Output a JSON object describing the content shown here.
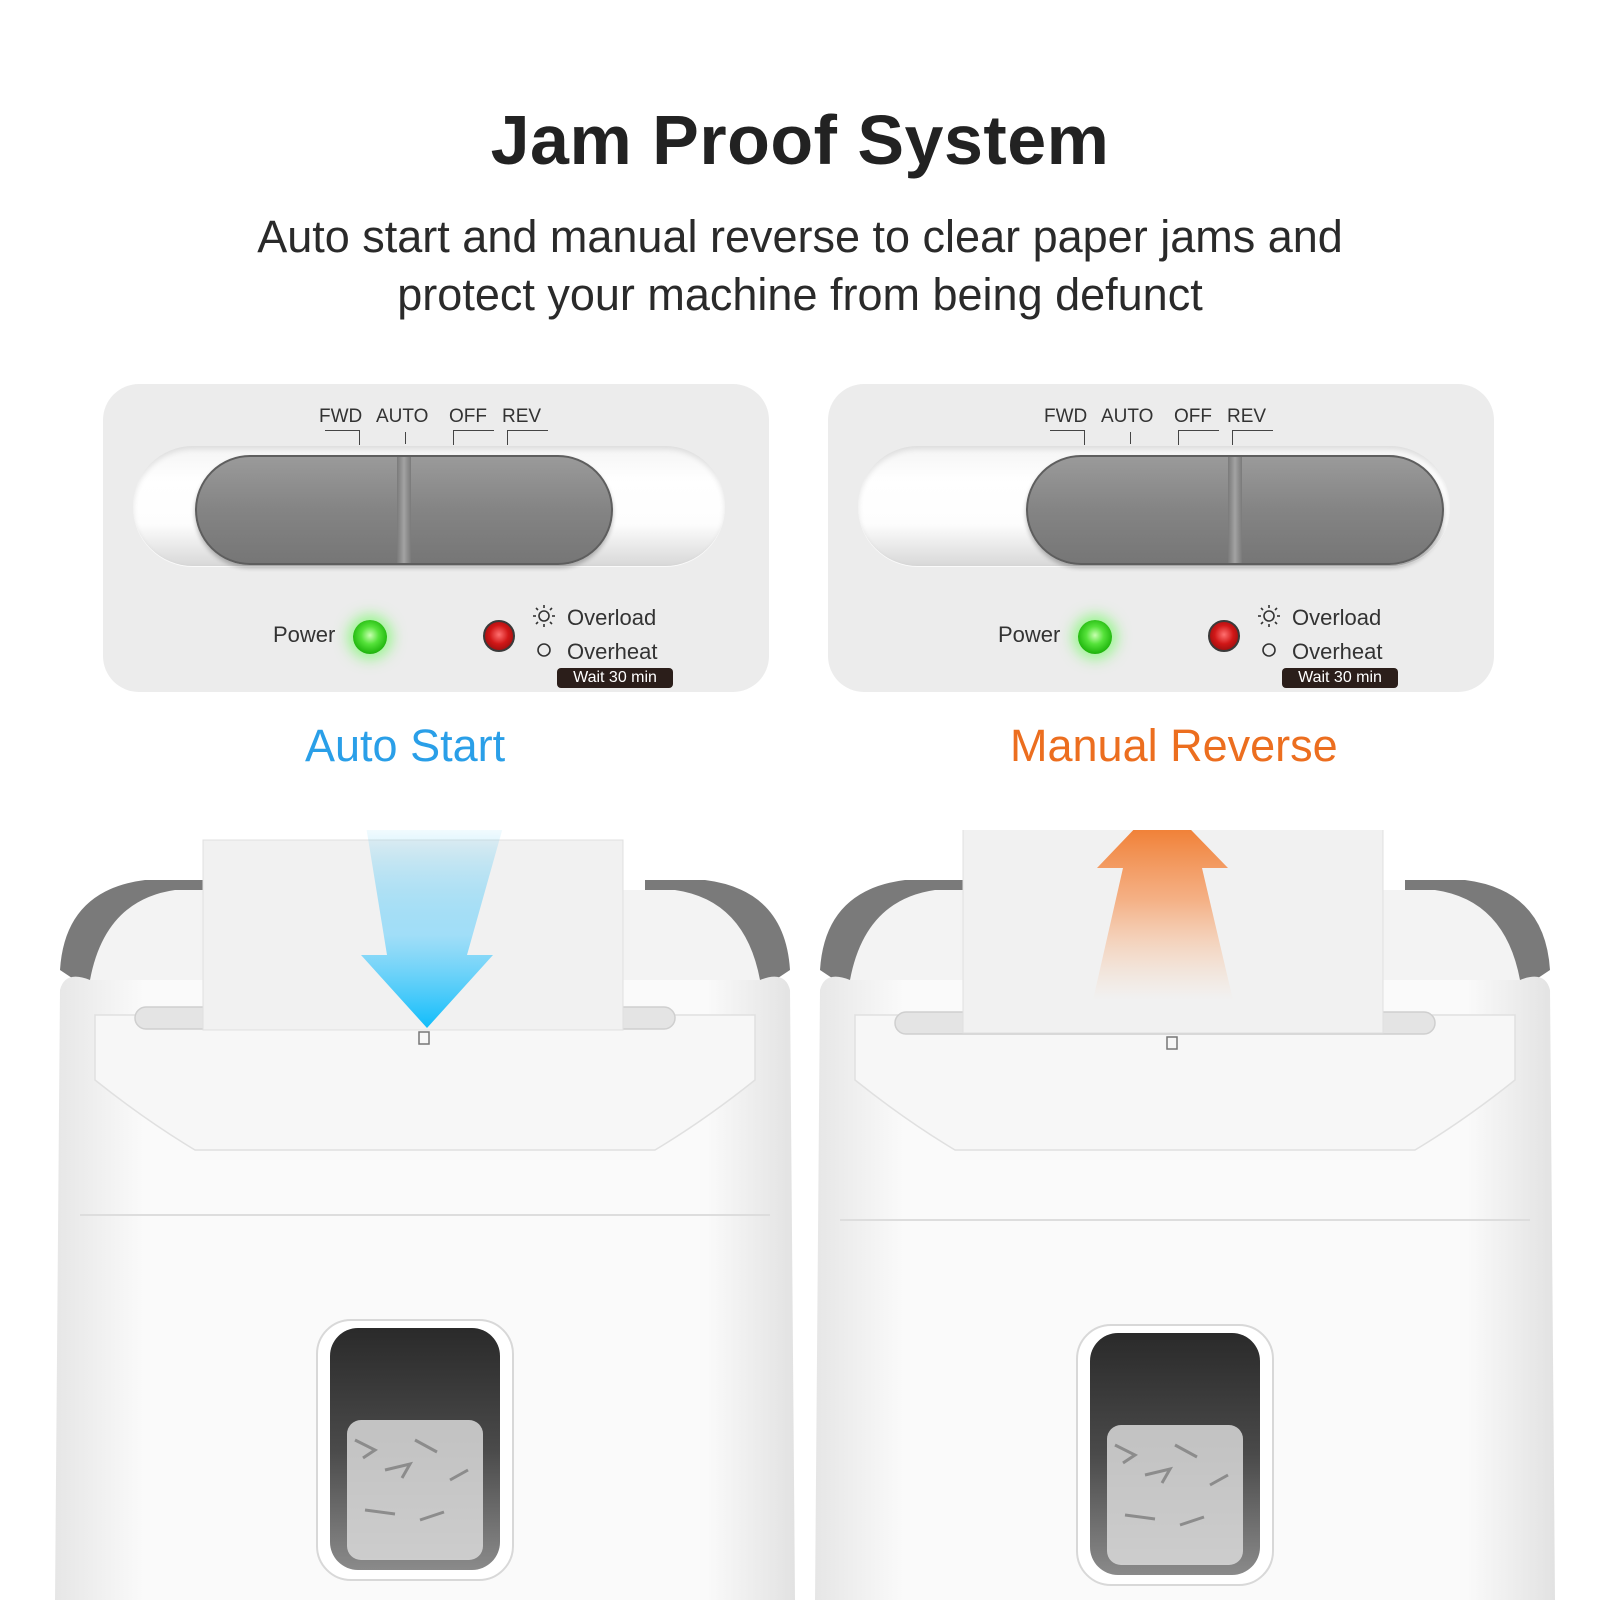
{
  "header": {
    "title": "Jam Proof System",
    "subtitle_line1": "Auto start and manual reverse to clear paper jams and",
    "subtitle_line2": "protect your machine from being defunct"
  },
  "panels": [
    {
      "positions": [
        "FWD",
        "AUTO",
        "OFF",
        "REV"
      ],
      "power_label": "Power",
      "overload_label": "Overload",
      "overheat_label": "Overheat",
      "wait_label": "Wait 30 min",
      "mode_label": "Auto Start",
      "mode_color": "#2a9fe8"
    },
    {
      "positions": [
        "FWD",
        "AUTO",
        "OFF",
        "REV"
      ],
      "power_label": "Power",
      "overload_label": "Overload",
      "overheat_label": "Overheat",
      "wait_label": "Wait 30 min",
      "mode_label": "Manual Reverse",
      "mode_color": "#ec6e1f"
    }
  ],
  "colors": {
    "power_led": "#3fd62a",
    "warning_led": "#c21414",
    "slider": "#848484",
    "arrow_down": "#18b8f5",
    "arrow_up": "#f0741f"
  }
}
